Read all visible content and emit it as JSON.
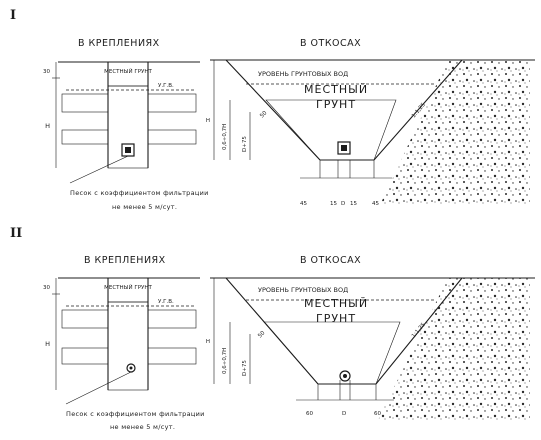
{
  "panels": [
    {
      "numeral": "I",
      "left_title": "В КРЕПЛЕНИЯХ",
      "right_title": "В ОТКОСАХ",
      "box_label": "МЕСТНЫЙ ГРУНТ",
      "level_mark": "У.Г.В.",
      "dim_top": "30",
      "dim_side": "Н",
      "groundwater_label": "УРОВЕНЬ ГРУНТОВЫХ ВОД",
      "soil_label_1": "МЕСТНЫЙ",
      "soil_label_2": "ГРУНТ",
      "slope": "1:1,25",
      "dim_h": "Н",
      "dim_depth": "0,6÷0,7Н",
      "dim_d": "D+75",
      "dim_small": "50",
      "caption_1": "Песок с коэффициентом фильтрации",
      "caption_2": "не менее 5 м/сут.",
      "bottom_dims": [
        "45",
        "15",
        "D",
        "15",
        "45"
      ]
    },
    {
      "numeral": "II",
      "left_title": "В КРЕПЛЕНИЯХ",
      "right_title": "В ОТКОСАХ",
      "box_label": "МЕСТНЫЙ ГРУНТ",
      "level_mark": "У.Г.В.",
      "dim_top": "30",
      "dim_side": "Н",
      "groundwater_label": "УРОВЕНЬ ГРУНТОВЫХ ВОД",
      "soil_label_1": "МЕСТНЫЙ",
      "soil_label_2": "ГРУНТ",
      "slope": "1:1,25",
      "dim_h": "Н",
      "dim_depth": "0,6÷0,7Н",
      "dim_d": "D+75",
      "dim_small": "50",
      "caption_1": "Песок с коэффициентом фильтрации",
      "caption_2": "не менее 5 м/сут.",
      "bottom_dims": [
        "60",
        "D",
        "60"
      ]
    }
  ]
}
